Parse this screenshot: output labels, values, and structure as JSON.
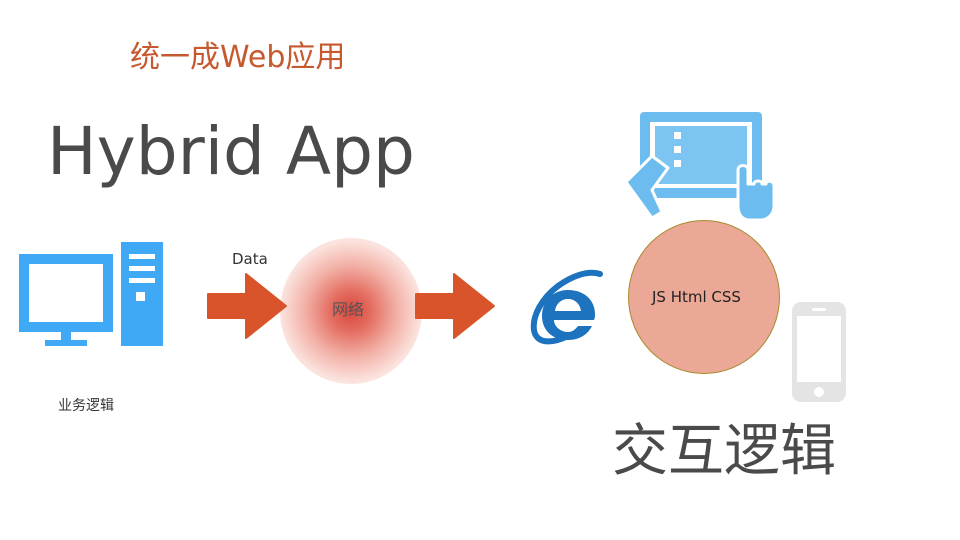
{
  "subtitle": "统一成Web应用",
  "title": "Hybrid App",
  "data_label": "Data",
  "network_label": "网络",
  "business_logic_label": "业务逻辑",
  "tech_stack_label": "JS Html CSS",
  "interaction_logic_label": "交互逻辑",
  "colors": {
    "accent_orange": "#d9542b",
    "title_orange": "#c65a2e",
    "device_blue": "#3fa9f5",
    "light_blue": "#6cbcf0",
    "circle_fill": "#eba896",
    "phone_gray": "#e4e4e4"
  },
  "icons": [
    "desktop-computer-icon",
    "arrow-right-icon",
    "internet-explorer-icon",
    "tablet-touch-icon",
    "smartphone-icon"
  ]
}
